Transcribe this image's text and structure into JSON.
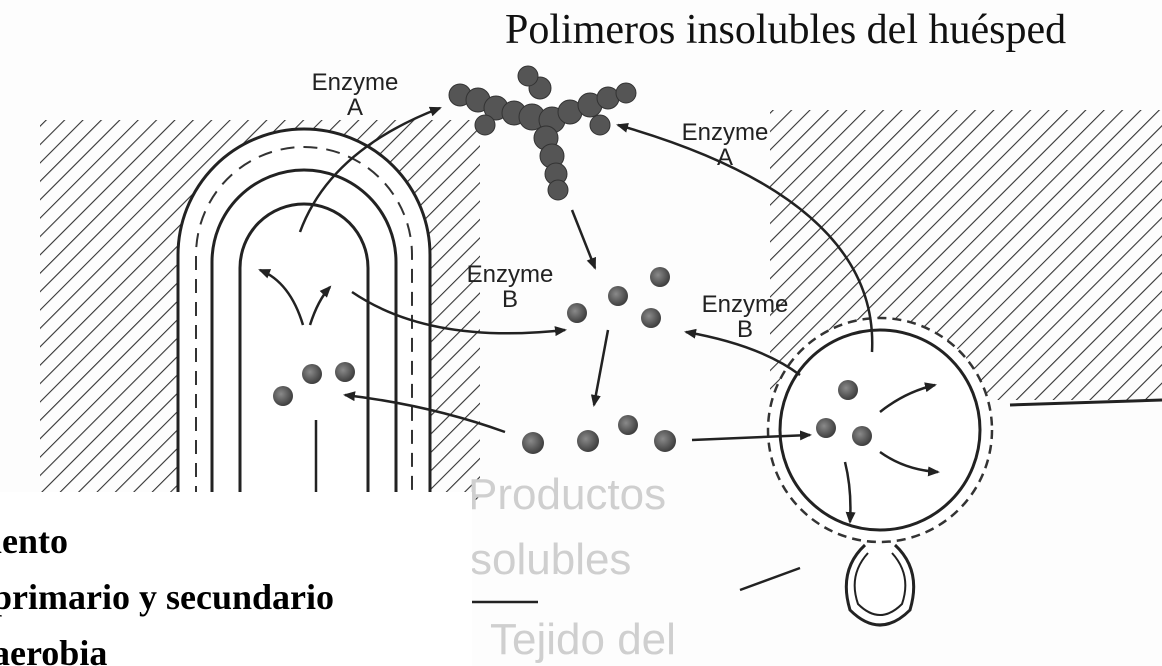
{
  "title": "Polimeros insolubles del huésped",
  "labels": {
    "enzyme_a_left": [
      "Enzyme",
      "A"
    ],
    "enzyme_a_right": [
      "Enzyme",
      "A"
    ],
    "enzyme_b_left": [
      "Enzyme",
      "B"
    ],
    "enzyme_b_right": [
      "Enzyme",
      "B"
    ]
  },
  "faded_text": {
    "productos": "Productos",
    "solubles": "solubles",
    "tejido": "Tejido del"
  },
  "overlay_text": [
    "lento",
    "primario y secundario",
    "aerobia"
  ],
  "colors": {
    "ink": "#222222",
    "molecule": "#555555",
    "hatch": "#333333"
  }
}
